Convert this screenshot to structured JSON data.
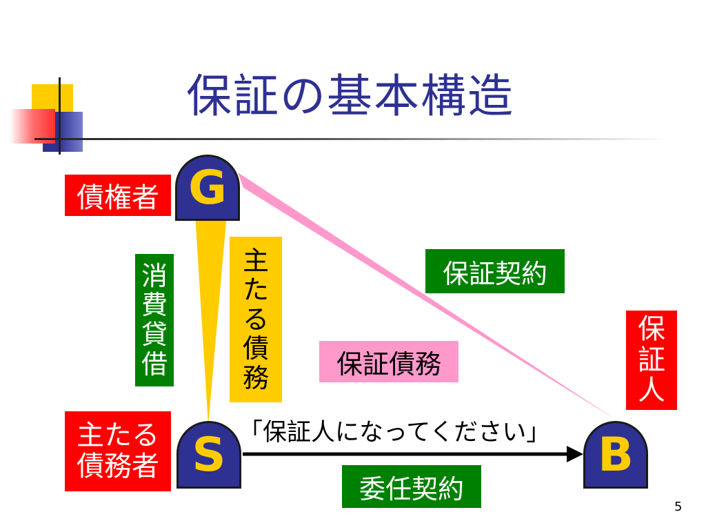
{
  "slide": {
    "title": "保証の基本構造",
    "page_number": "5"
  },
  "nodes": {
    "creditor": {
      "letter": "G",
      "role_label": "債権者"
    },
    "debtor": {
      "letter": "S",
      "role_label_line1": "主たる",
      "role_label_line2": "債務者"
    },
    "guarantor": {
      "letter": "B",
      "role_label": [
        "保",
        "証",
        "人"
      ]
    }
  },
  "relations": {
    "loan": [
      "消",
      "費",
      "貸",
      "借"
    ],
    "principal_debt": [
      "主",
      "た",
      "る",
      "債",
      "務"
    ],
    "guarantee_contract": "保証契約",
    "guarantee_debt": "保証債務",
    "request_quote": "「保証人になってください」",
    "mandate_contract": "委任契約"
  },
  "colors": {
    "title": "#2e3192",
    "node_fill": "#2e3192",
    "node_letter": "#ffcc00",
    "red_label": "#ff0000",
    "green_label": "#008000",
    "yellow_label": "#ffcc00",
    "pink_label": "#ff99cc"
  }
}
